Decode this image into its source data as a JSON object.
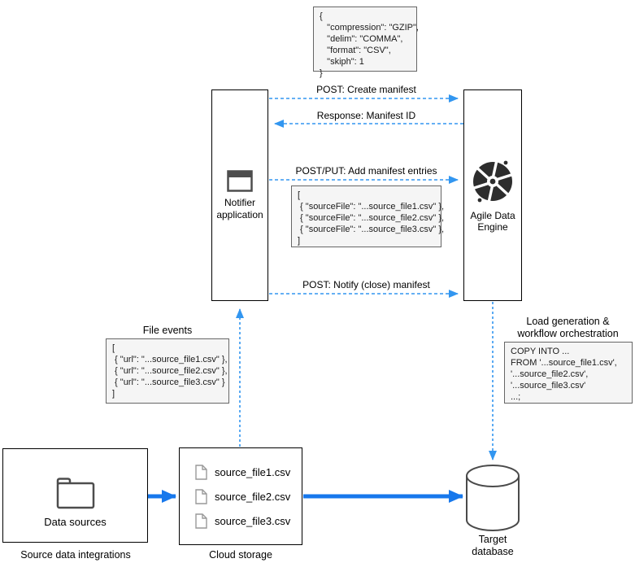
{
  "messages": {
    "create_manifest": "POST: Create manifest",
    "response_manifest": "Response: Manifest ID",
    "add_entries": "POST/PUT: Add manifest entries",
    "notify_close": "POST: Notify (close) manifest"
  },
  "config_block": {
    "lines": [
      "{",
      "   \"compression\": \"GZIP\",",
      "   \"delim\": \"COMMA\",",
      "   \"format\": \"CSV\",",
      "   \"skiph\": 1",
      "}"
    ]
  },
  "manifest_block": {
    "lines": [
      "[",
      " { \"sourceFile\": \"...source_file1.csv\" },",
      " { \"sourceFile\": \"...source_file2.csv\" },",
      " { \"sourceFile\": \"...source_file3.csv\" },",
      "]"
    ]
  },
  "file_events": {
    "title": "File events",
    "lines": [
      "[",
      " { \"url\": \"...source_file1.csv\" },",
      " { \"url\": \"...source_file2.csv\" },",
      " { \"url\": \"...source_file3.csv\" }",
      "]"
    ]
  },
  "load_generation": {
    "title_lines": [
      "Load generation &",
      "workflow orchestration"
    ],
    "lines": [
      "COPY INTO ...",
      "FROM '...source_file1.csv',",
      "'...source_file2.csv',",
      "'...source_file3.csv'",
      "...;"
    ]
  },
  "lifelines": {
    "notifier": {
      "label": "Notifier application",
      "icon": "window-icon"
    },
    "engine": {
      "label": "Agile Data Engine",
      "icon": "aperture-icon"
    }
  },
  "bottom": {
    "data_sources": {
      "label": "Data sources",
      "caption": "Source data integrations",
      "icon": "folder-icon"
    },
    "cloud_storage": {
      "caption": "Cloud storage",
      "icon": "file-icon",
      "files": [
        "source_file1.csv",
        "source_file2.csv",
        "source_file3.csv"
      ]
    },
    "target_database": {
      "caption": "Target database",
      "icon": "database-cylinder"
    }
  },
  "colors": {
    "arrow_solid": "#1778EC",
    "arrow_dashed": "#3296F0",
    "code_bg": "#F5F5F5",
    "code_border": "#666666",
    "node_border": "#000000",
    "icon_dark": "#2D2D2D",
    "icon_gray": "#4D4D4D",
    "file_icon_gray": "#999999"
  }
}
